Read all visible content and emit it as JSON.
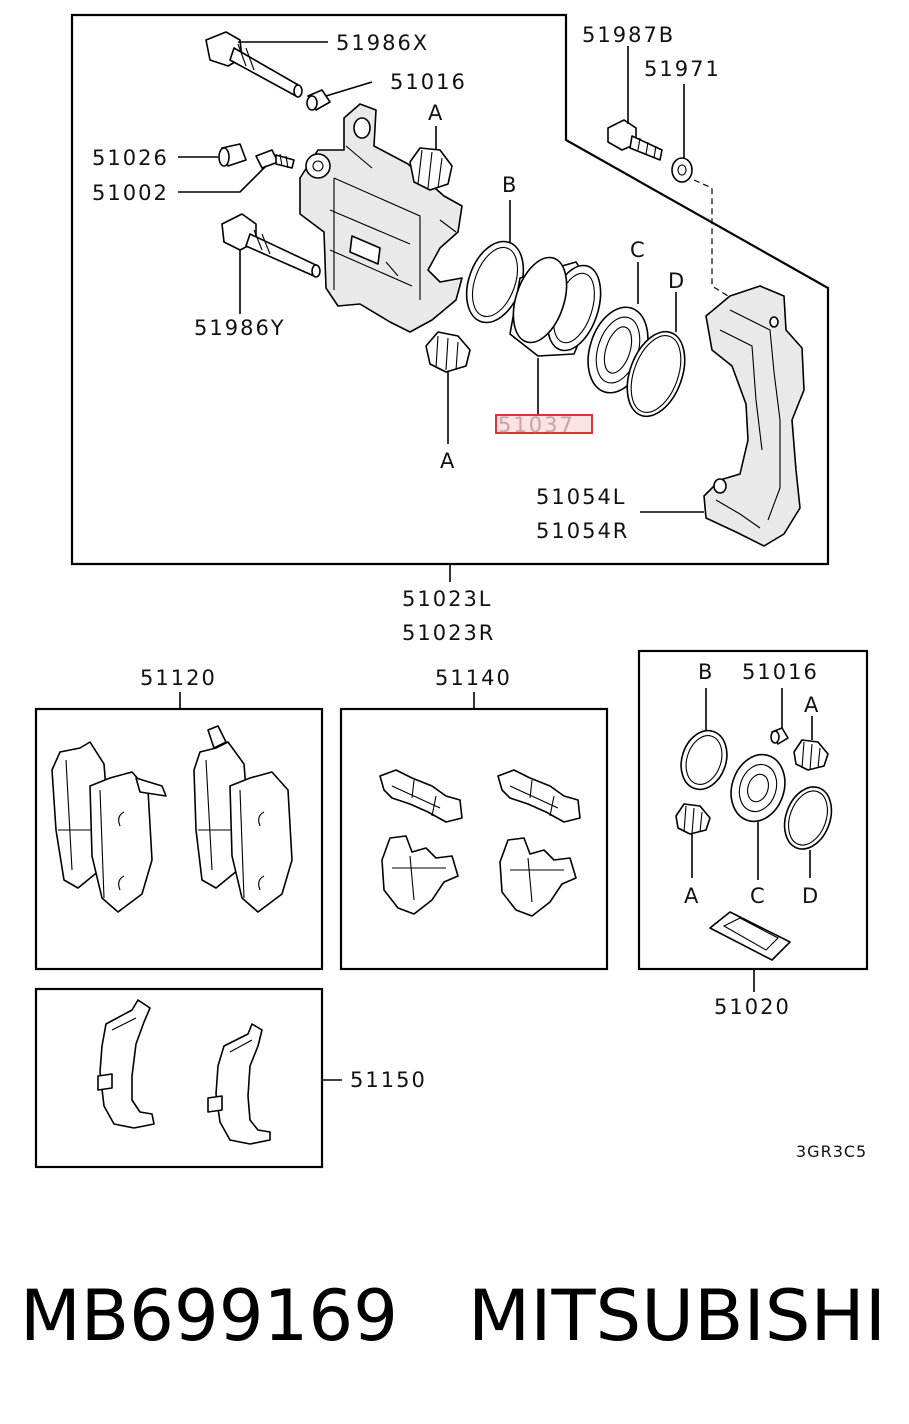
{
  "labels": {
    "p51986x": "51986X",
    "p51016_top": "51016",
    "p51026": "51026",
    "p51002": "51002",
    "p51986y": "51986Y",
    "p51987b": "51987B",
    "p51971": "51971",
    "a_top": "A",
    "a_bottom": "A",
    "b_main": "B",
    "c_main": "C",
    "d_main": "D",
    "p51037": "51037",
    "p51054l": "51054L",
    "p51054r": "51054R",
    "p51023l": "51023L",
    "p51023r": "51023R",
    "p51120": "51120",
    "p51140": "51140",
    "kit_b": "B",
    "p51016_kit": "51016",
    "kit_a_top": "A",
    "kit_a_bottom": "A",
    "kit_c": "C",
    "kit_d": "D",
    "p51020": "51020",
    "p51150": "51150",
    "drawing_code": "3GR3C5"
  },
  "footer": {
    "part_number": "MB699169",
    "brand": "MITSUBISHI"
  }
}
